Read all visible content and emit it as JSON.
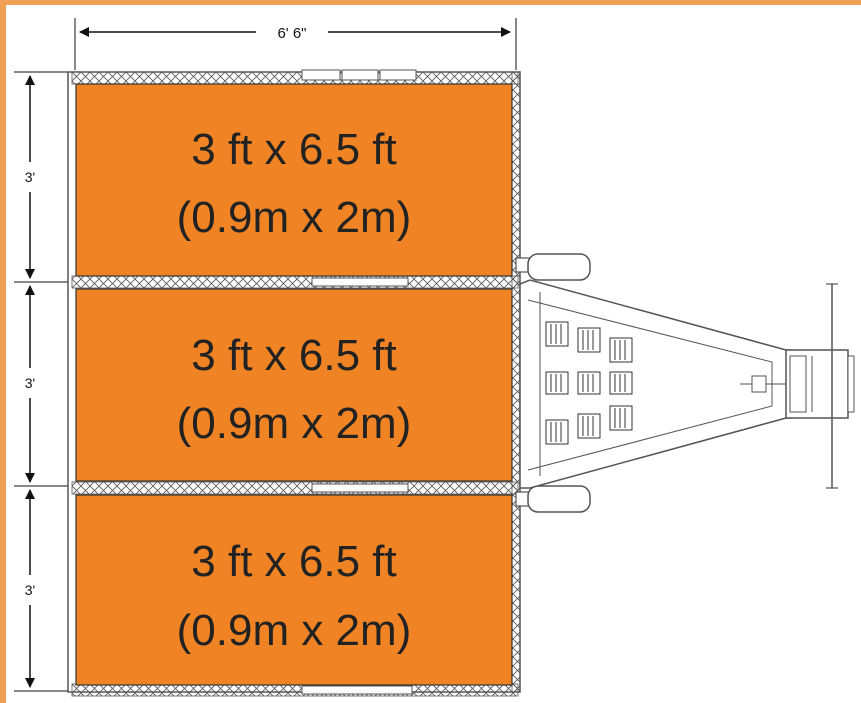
{
  "colors": {
    "border": "#f0a055",
    "cell_fill": "#f08424",
    "line": "#111111",
    "drawing": "#555555"
  },
  "dimensions": {
    "width": "6' 6\"",
    "row_heights": [
      "3'",
      "3'",
      "3'"
    ]
  },
  "cells": [
    {
      "line1": "3 ft x 6.5 ft",
      "line2": "(0.9m x 2m)"
    },
    {
      "line1": "3 ft x 6.5 ft",
      "line2": "(0.9m x 2m)"
    },
    {
      "line1": "3 ft x 6.5 ft",
      "line2": "(0.9m x 2m)"
    }
  ]
}
